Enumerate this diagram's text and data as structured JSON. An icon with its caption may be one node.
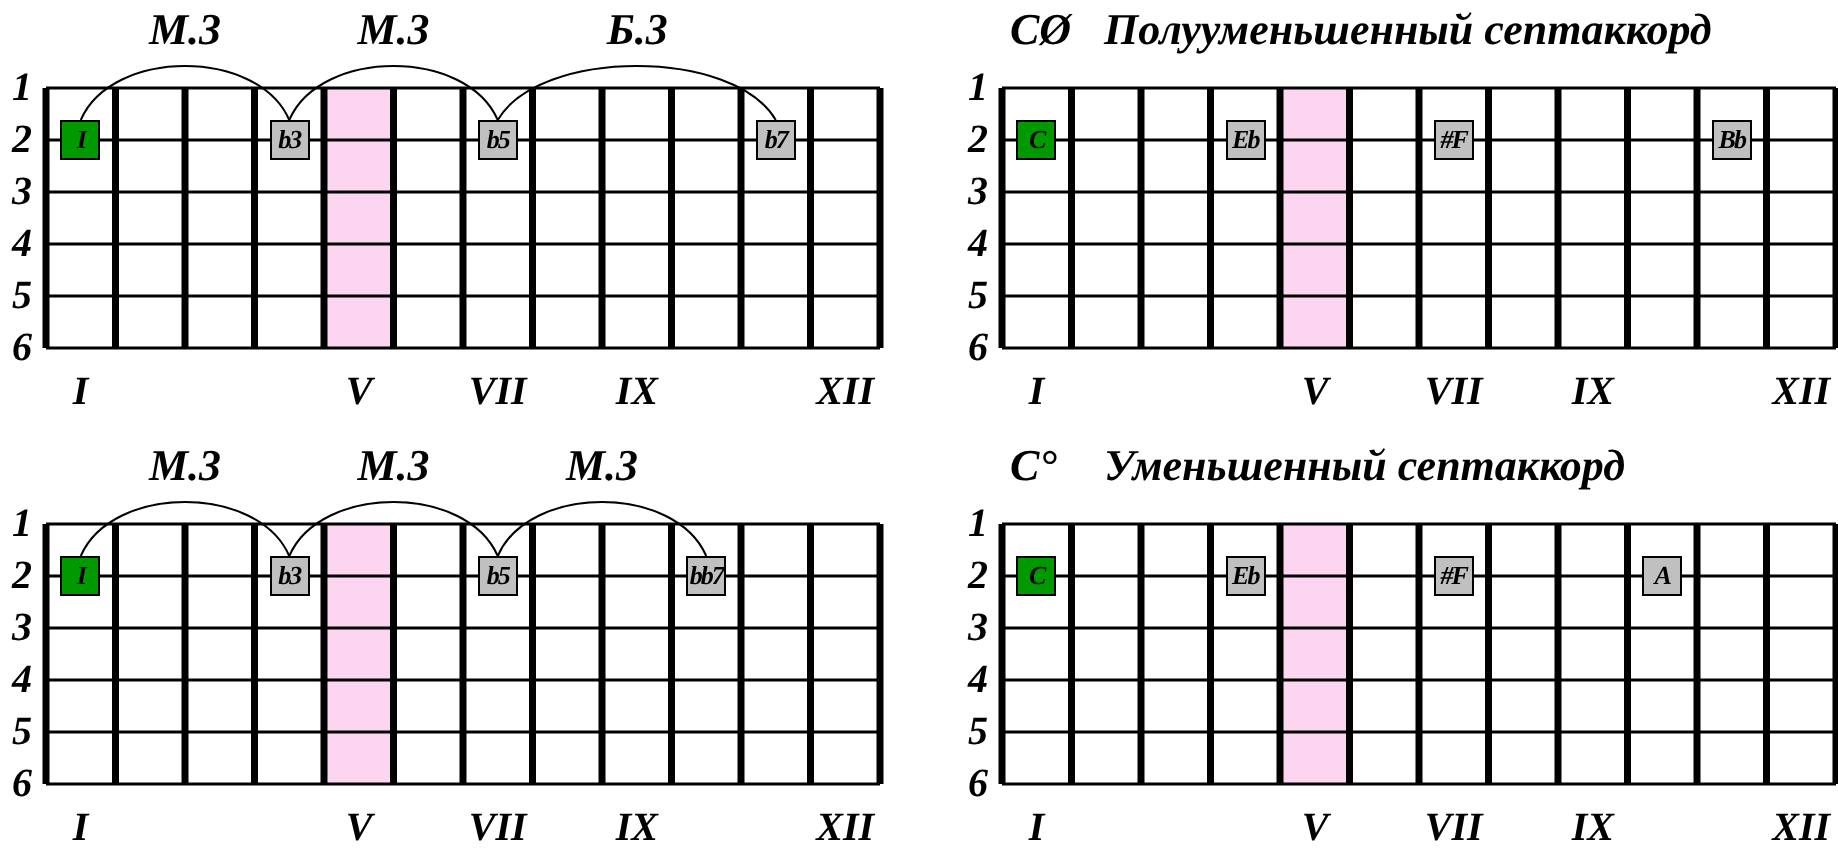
{
  "diagram": {
    "nodes": [
      {
        "text": [
          "I"
        ]
      },
      {
        "text": [
          "b3"
        ]
      },
      {
        "text": [
          "b5"
        ]
      },
      {
        "text": [
          "b7"
        ]
      },
      {
        "text": [
          "C"
        ]
      },
      {
        "text": [
          "Eb"
        ]
      },
      {
        "text": [
          "#F"
        ]
      },
      {
        "text": [
          "Bb"
        ]
      },
      {
        "text": [
          "I"
        ]
      },
      {
        "text": [
          "b3"
        ]
      },
      {
        "text": [
          "b5"
        ]
      },
      {
        "text": [
          "bb7"
        ]
      },
      {
        "text": [
          "C"
        ]
      },
      {
        "text": [
          "Eb"
        ]
      },
      {
        "text": [
          "#F"
        ]
      },
      {
        "text": [
          "A"
        ]
      }
    ],
    "edges": [
      {
        "from": 0,
        "to": 1,
        "arrow": "none",
        "label": "М.3"
      },
      {
        "from": 1,
        "to": 2,
        "arrow": "none",
        "label": "М.3"
      },
      {
        "from": 2,
        "to": 3,
        "arrow": "none",
        "label": "Б.3"
      },
      {
        "from": 8,
        "to": 9,
        "arrow": "none",
        "label": "М.3"
      },
      {
        "from": 9,
        "to": 10,
        "arrow": "none",
        "label": "М.3"
      },
      {
        "from": 10,
        "to": 11,
        "arrow": "none",
        "label": "М.3"
      }
    ],
    "labels": [
      "1",
      "2",
      "3",
      "4",
      "5",
      "6",
      "I",
      "V",
      "VII",
      "IX",
      "XII",
      "CØ",
      "Полууменьшенный септаккорд",
      "1",
      "2",
      "3",
      "4",
      "5",
      "6",
      "I",
      "V",
      "VII",
      "IX",
      "XII",
      "1",
      "2",
      "3",
      "4",
      "5",
      "6",
      "I",
      "V",
      "VII",
      "IX",
      "XII",
      "C°",
      "Уменьшенный септаккорд",
      "1",
      "2",
      "3",
      "4",
      "5",
      "6",
      "I",
      "V",
      "VII",
      "IX",
      "XII"
    ]
  }
}
